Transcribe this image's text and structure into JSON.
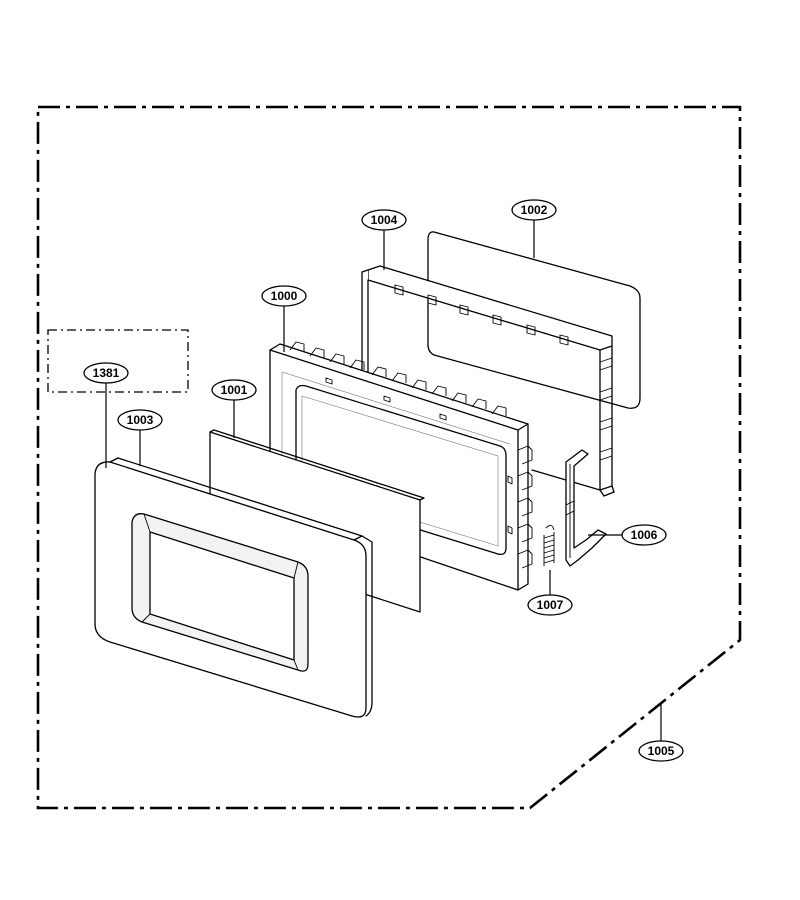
{
  "callouts": [
    {
      "id": "c1381",
      "label": "1381"
    },
    {
      "id": "c1003",
      "label": "1003"
    },
    {
      "id": "c1001",
      "label": "1001"
    },
    {
      "id": "c1000",
      "label": "1000"
    },
    {
      "id": "c1004",
      "label": "1004"
    },
    {
      "id": "c1002",
      "label": "1002"
    },
    {
      "id": "c1006",
      "label": "1006"
    },
    {
      "id": "c1007",
      "label": "1007"
    },
    {
      "id": "c1005",
      "label": "1005"
    }
  ]
}
